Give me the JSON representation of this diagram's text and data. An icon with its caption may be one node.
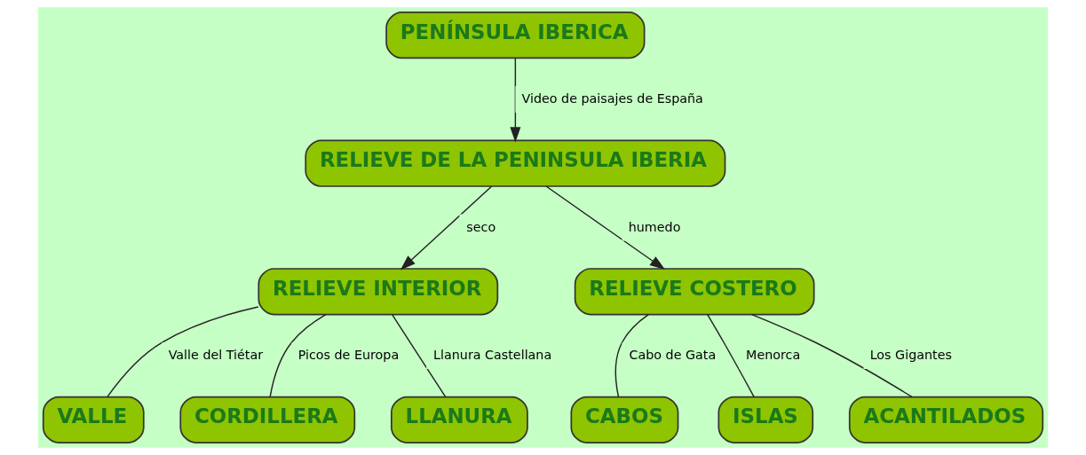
{
  "diagram": {
    "nodes": [
      {
        "text": [
          "RELIEVE DE LA PENINSULA IBERIA"
        ]
      },
      {
        "text": [
          "RELIEVE INTERIOR"
        ]
      },
      {
        "text": [
          "RELIEVE COSTERO"
        ]
      },
      {
        "text": [
          "VALLE"
        ]
      },
      {
        "text": [
          "CORDILLERA"
        ]
      },
      {
        "text": [
          "LLANURA"
        ]
      },
      {
        "text": [
          "CABOS"
        ]
      },
      {
        "text": [
          "ISLAS"
        ]
      },
      {
        "text": [
          "ACANTILADOS"
        ]
      },
      {
        "text": [
          "PENÍNSULA IBERICA"
        ]
      }
    ],
    "edges": [
      {
        "from": 0,
        "to": 1,
        "arrow": "to",
        "label": "seco"
      },
      {
        "from": 0,
        "to": 2,
        "arrow": "to",
        "label": "humedo"
      },
      {
        "from": 1,
        "to": 3,
        "arrow": "none",
        "label": "Valle del Tiétar"
      },
      {
        "from": 1,
        "to": 4,
        "arrow": "none",
        "label": "Picos de Europa"
      },
      {
        "from": 1,
        "to": 5,
        "arrow": "none",
        "label": "Llanura Castellana"
      },
      {
        "from": 2,
        "to": 6,
        "arrow": "none",
        "label": "Cabo de Gata"
      },
      {
        "from": 2,
        "to": 7,
        "arrow": "none",
        "label": "Menorca"
      },
      {
        "from": 2,
        "to": 8,
        "arrow": "none",
        "label": "Los Gigantes"
      },
      {
        "from": 9,
        "to": 0,
        "arrow": "to",
        "label": "Video de paisajes de España"
      }
    ]
  }
}
